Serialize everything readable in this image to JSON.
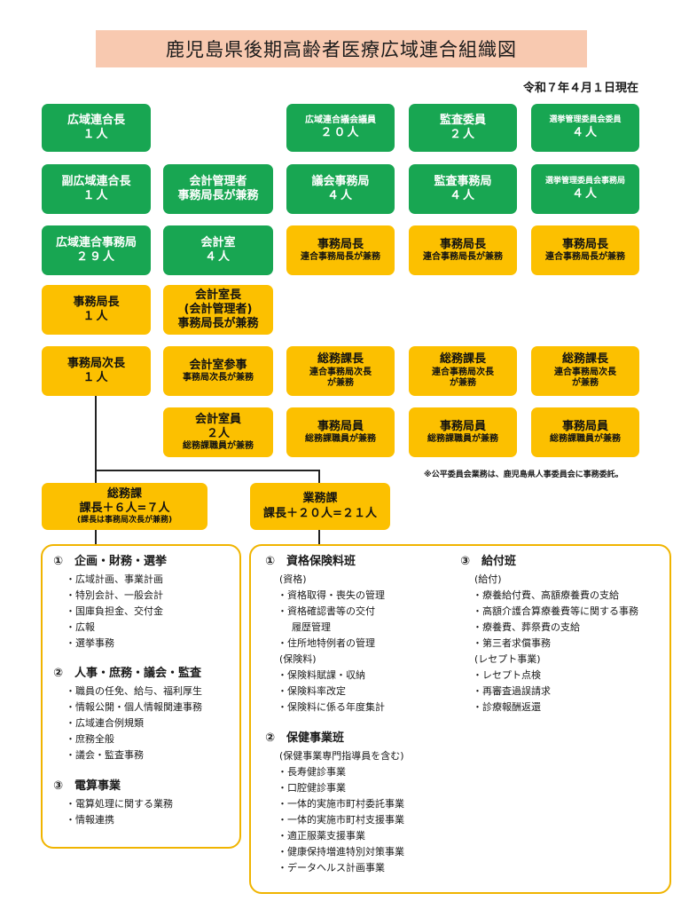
{
  "title": "鹿児島県後期高齢者医療広域連合組織図",
  "date": "令和７年４月１日現在",
  "col1": {
    "chief": {
      "title": "広域連合長",
      "count": "１人"
    },
    "vice": {
      "title": "副広域連合長",
      "count": "１人"
    },
    "office": {
      "title": "広域連合事務局",
      "count": "２９人"
    },
    "director": {
      "title": "事務局長",
      "count": "１人"
    },
    "deputy": {
      "title": "事務局次長",
      "count": "１人"
    }
  },
  "col2": {
    "manager": {
      "title": "会計管理者",
      "sub": "事務局長が兼務"
    },
    "room": {
      "title": "会計室",
      "count": "４人"
    },
    "head": {
      "line1": "会計室長",
      "line2": "(会計管理者)",
      "line3": "事務局長が兼務"
    },
    "counselor": {
      "title": "会計室参事",
      "sub": "事務局次長が兼務"
    },
    "staff": {
      "title": "会計室員",
      "count": "２人",
      "sub": "総務課職員が兼務"
    }
  },
  "col3": {
    "members": {
      "title": "広域連合議会議員",
      "count": "２０人"
    },
    "office": {
      "title": "議会事務局",
      "count": "４人"
    },
    "director": {
      "title": "事務局長",
      "sub": "連合事務局長が兼務"
    },
    "chief": {
      "title": "総務課長",
      "sub1": "連合事務局次長",
      "sub2": "が兼務"
    },
    "staff": {
      "title": "事務局員",
      "sub": "総務課職員が兼務"
    }
  },
  "col4": {
    "members": {
      "title": "監査委員",
      "count": "２人"
    },
    "office": {
      "title": "監査事務局",
      "count": "４人"
    },
    "director": {
      "title": "事務局長",
      "sub": "連合事務局長が兼務"
    },
    "chief": {
      "title": "総務課長",
      "sub1": "連合事務局次長",
      "sub2": "が兼務"
    },
    "staff": {
      "title": "事務局員",
      "sub": "総務課職員が兼務"
    }
  },
  "col5": {
    "members": {
      "title": "選挙管理委員会委員",
      "count": "４人"
    },
    "office": {
      "title": "選挙管理委員会事務局",
      "count": "４人"
    },
    "director": {
      "title": "事務局長",
      "sub": "連合事務局長が兼務"
    },
    "chief": {
      "title": "総務課長",
      "sub1": "連合事務局次長",
      "sub2": "が兼務"
    },
    "staff": {
      "title": "事務局員",
      "sub": "総務課職員が兼務"
    }
  },
  "note": "※公平委員会業務は、鹿児島県人事委員会に事務委託。",
  "soumu": {
    "title": "総務課",
    "line1": "課長＋６人=７人",
    "line2": "(課長は事務局次長が兼務)"
  },
  "gyomu": {
    "title": "業務課",
    "line1": "課長＋２０人=２１人"
  },
  "soumu_panel": {
    "s1": {
      "heading": "①　企画・財務・選挙",
      "items": [
        "・広域計画、事業計画",
        "・特別会計、一般会計",
        "・国庫負担金、交付金",
        "・広報",
        "・選挙事務"
      ]
    },
    "s2": {
      "heading": "②　人事・庶務・議会・監査",
      "items": [
        "・職員の任免、給与、福利厚生",
        "・情報公開・個人情報関連事務",
        "・広域連合例規類",
        "・庶務全般",
        "・議会・監査事務"
      ]
    },
    "s3": {
      "heading": "③　電算事業",
      "items": [
        "・電算処理に関する業務",
        "・情報連携"
      ]
    }
  },
  "gyomu_panel": {
    "s1": {
      "heading": "①　資格保険料班",
      "sub1": "(資格)",
      "items1": [
        "・資格取得・喪失の管理",
        "・資格確認書等の交付"
      ],
      "cont": "履歴管理",
      "items1b": [
        "・住所地特例者の管理"
      ],
      "sub2": "(保険料)",
      "items2": [
        "・保険料賦課・収納",
        "・保険料率改定",
        "・保険料に係る年度集計"
      ]
    },
    "s2": {
      "heading": "②　保健事業班",
      "sub": "(保健事業専門指導員を含む)",
      "items": [
        "・長寿健診事業",
        "・口腔健診事業",
        "・一体的実施市町村委託事業",
        "・一体的実施市町村支援事業",
        "・適正服薬支援事業",
        "・健康保持増進特別対策事業",
        "・データヘルス計画事業"
      ]
    },
    "s3": {
      "heading": "③　給付班",
      "sub1": "(給付)",
      "items1": [
        "・療養給付費、高額療養費の支給",
        "・高額介護合算療養費等に関する事務",
        "・療養費、葬祭費の支給",
        "・第三者求償事務"
      ],
      "sub2": "(レセプト事業)",
      "items2": [
        "・レセプト点検",
        "・再審査過誤請求",
        "・診療報酬返還"
      ]
    }
  }
}
